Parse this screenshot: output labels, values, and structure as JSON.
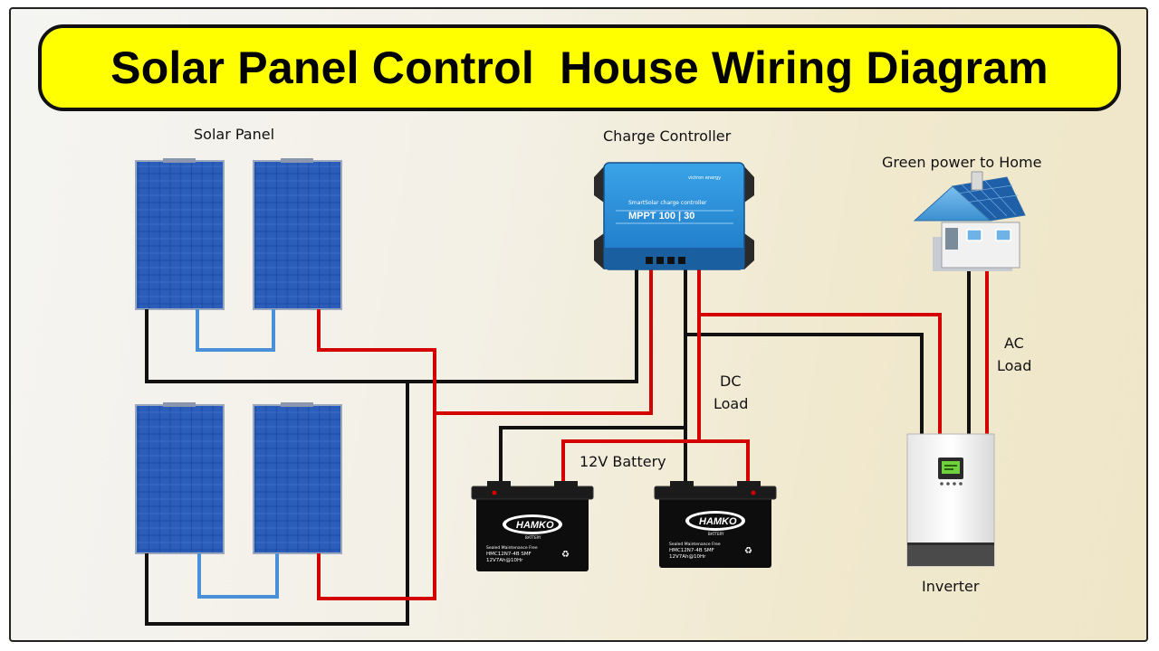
{
  "title": "Solar Panel Control  House Wiring Diagram",
  "labels": {
    "solar_panel": "Solar Panel",
    "charge_controller": "Charge Controller",
    "green_power": "Green power to Home",
    "dc_load_line1": "DC",
    "dc_load_line2": "Load",
    "ac_load_line1": "AC",
    "ac_load_line2": "Load",
    "battery": "12V Battery",
    "inverter": "Inverter"
  },
  "controller": {
    "brand": "victron energy",
    "model_line": "SmartSolar charge controller",
    "model": "MPPT 100 | 30"
  },
  "batteries": [
    {
      "brand": "HAMKO",
      "sub": "BATTERY",
      "line1": "Sealed Maintenance Free",
      "line2": "HMC12N7-4B SMF",
      "line3": "12V7Ah@10Hr"
    },
    {
      "brand": "HAMKO",
      "sub": "BATTERY",
      "line1": "Sealed Maintenance Free",
      "line2": "HMC12N7-4B SMF",
      "line3": "12V7Ah@10Hr"
    }
  ],
  "colors": {
    "banner": "#ffff00",
    "wire_positive": "#d40000",
    "wire_negative": "#111111",
    "wire_link": "#4a90d9",
    "panel_cell": "#1f4fa8",
    "controller_body": "#2a8fd6"
  }
}
